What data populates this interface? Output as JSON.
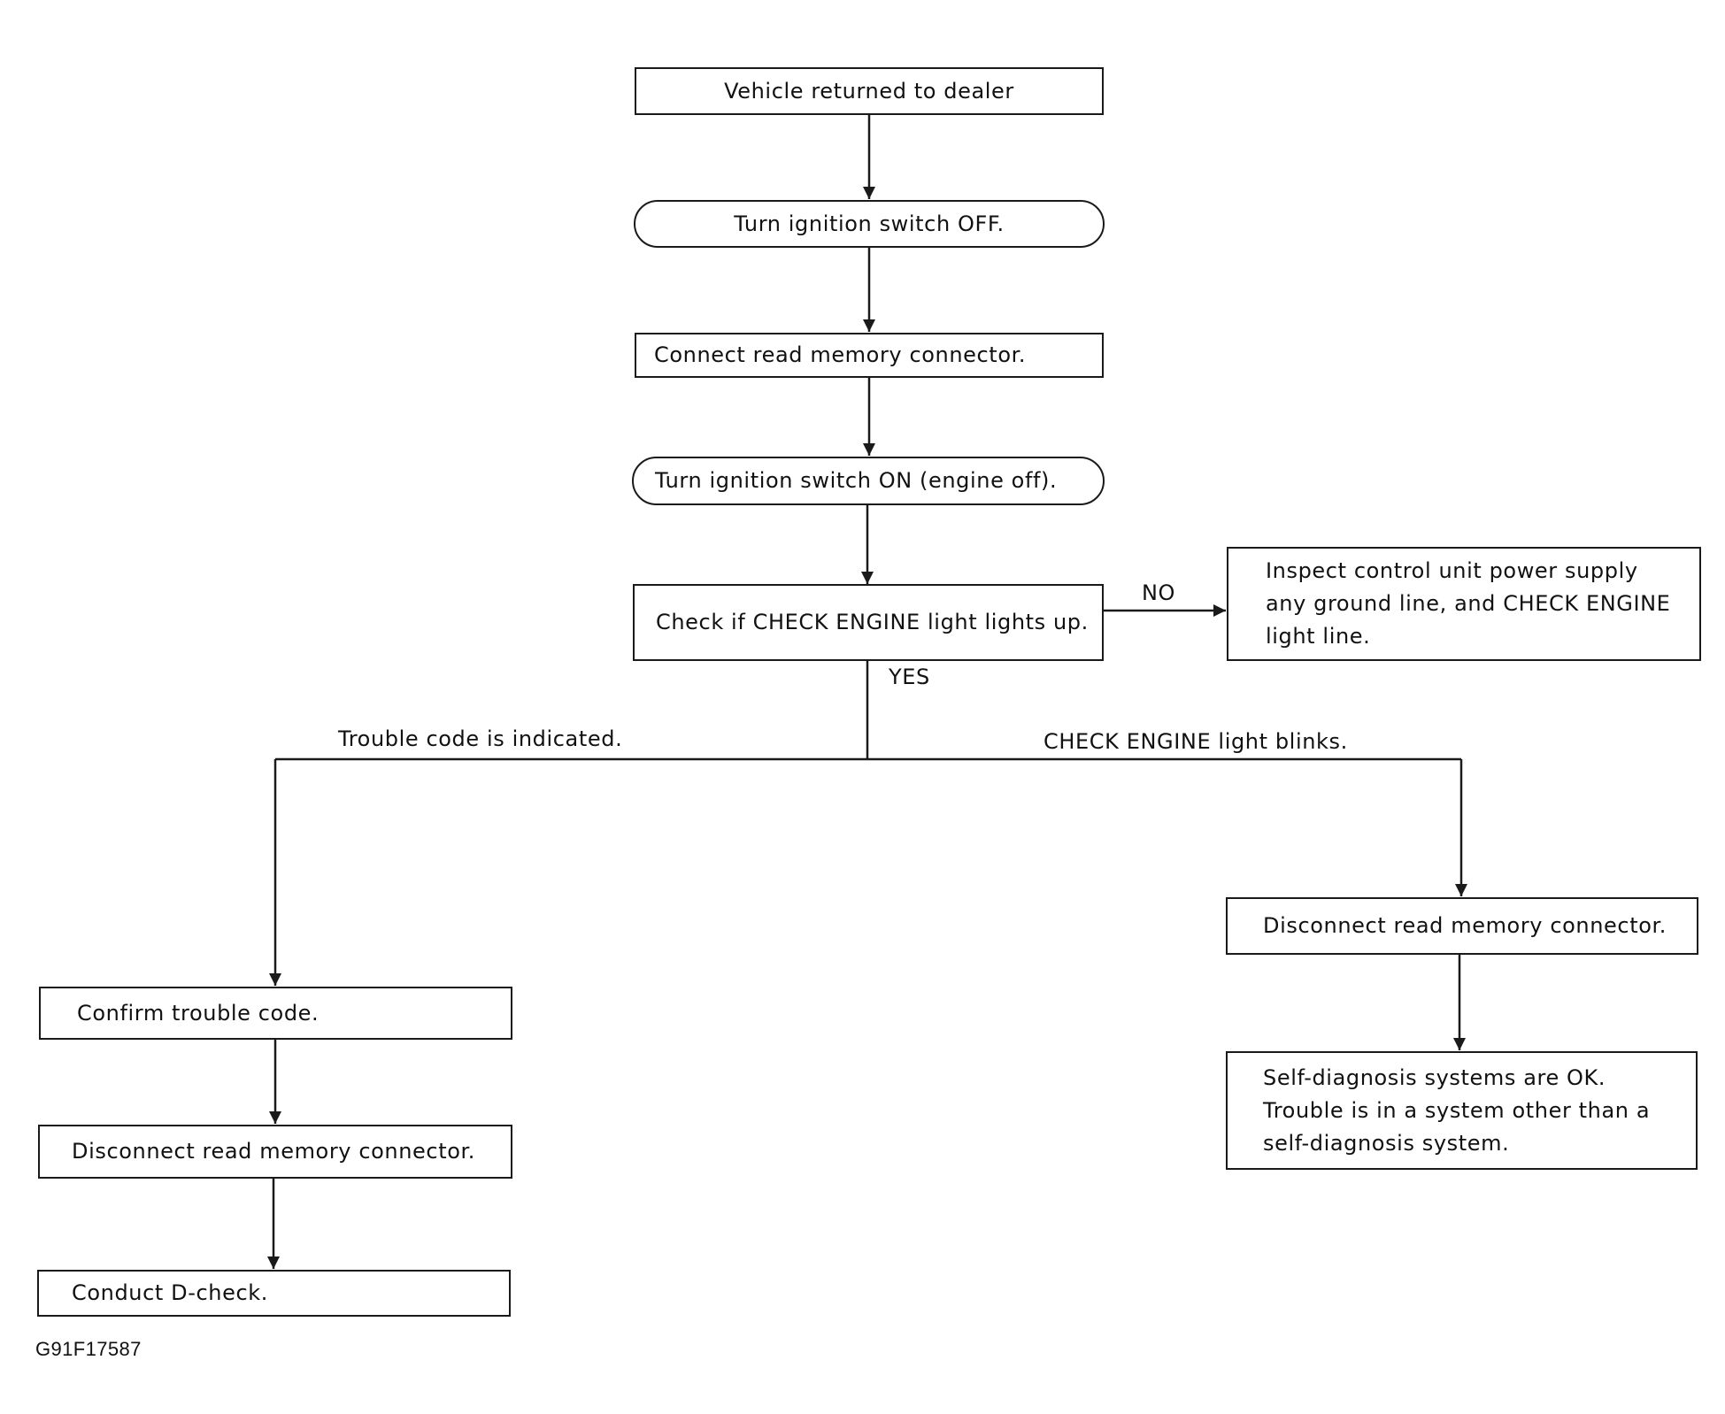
{
  "nodes": {
    "returned": "Vehicle returned to dealer",
    "ign_off": "Turn ignition switch OFF.",
    "connect": "Connect read memory connector.",
    "ign_on": "Turn ignition switch ON (engine off).",
    "check_light": "Check if CHECK ENGINE light lights up.",
    "inspect": "Inspect control unit power supply any ground line, and CHECK ENGINE light line.",
    "disconnect_right": "Disconnect read memory connector.",
    "self_diag_ok": "Self-diagnosis systems are OK. Trouble is in a system other than a self-diagnosis system.",
    "confirm_code": "Confirm trouble code.",
    "disconnect_left": "Disconnect read memory connector.",
    "d_check": "Conduct D-check."
  },
  "labels": {
    "no": "NO",
    "yes": "YES",
    "code_indicated": "Trouble code is indicated.",
    "light_blinks": "CHECK ENGINE light blinks."
  },
  "figure_id": "G91F17587",
  "colors": {
    "line": "#1a1a1a",
    "background": "#ffffff",
    "text": "#111111"
  }
}
